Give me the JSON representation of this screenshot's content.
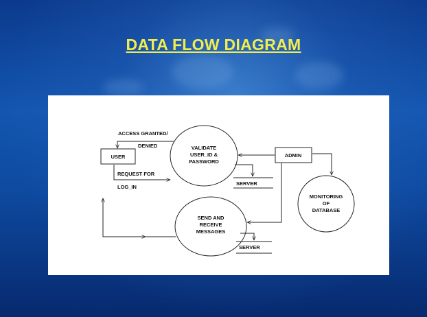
{
  "slide": {
    "title": "DATA FLOW DIAGRAM",
    "title_color": "#f3ee4a",
    "background_color": "#0e4aa0"
  },
  "diagram": {
    "entities": {
      "user": "USER",
      "admin": "ADMIN"
    },
    "processes": {
      "validate": [
        "VALIDATE",
        "USER_ID &",
        "PASSWORD"
      ],
      "messages": [
        "SEND AND",
        "RECEIVE",
        "MESSAGES"
      ],
      "monitoring": [
        "MONITORING",
        "OF",
        "DATABASE"
      ]
    },
    "stores": {
      "server_top": "SERVER",
      "server_bottom": "SERVER"
    },
    "flows": {
      "access": [
        "ACCESS GRANTED/",
        "DENIED"
      ],
      "request": [
        "REQUEST FOR",
        "LOG_IN"
      ]
    }
  }
}
